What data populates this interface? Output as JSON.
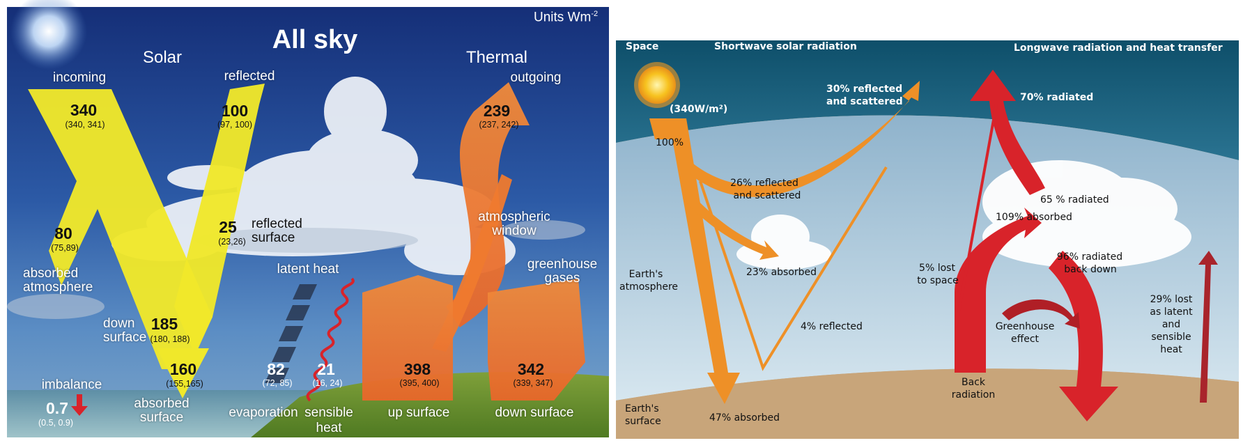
{
  "left": {
    "title": "All sky",
    "units_text": "Units Wm",
    "units_exp": "-2",
    "solar": "Solar",
    "thermal": "Thermal",
    "incoming": {
      "label": "incoming",
      "value": "340",
      "range": "(340, 341)"
    },
    "reflected": {
      "label": "reflected",
      "value": "100",
      "range": "(97, 100)"
    },
    "outgoing": {
      "label": "outgoing",
      "value": "239",
      "range": "(237, 242)"
    },
    "absorbed_atmosphere": {
      "value": "80",
      "range": "(75,89)",
      "label1": "absorbed",
      "label2": "atmosphere"
    },
    "reflected_surface": {
      "value": "25",
      "range": "(23,26)",
      "label1": "reflected",
      "label2": "surface"
    },
    "down_surface_solar": {
      "value": "185",
      "range": "(180, 188)",
      "label1": "down",
      "label2": "surface"
    },
    "absorbed_surface": {
      "value": "160",
      "range": "(155,165)",
      "label1": "absorbed",
      "label2": "surface"
    },
    "evaporation": {
      "value": "82",
      "range": "(72, 85)",
      "label": "evaporation"
    },
    "sensible_heat": {
      "value": "21",
      "range": "(16, 24)",
      "label1": "sensible",
      "label2": "heat"
    },
    "latent_heat": "latent heat",
    "atmospheric_window": {
      "label1": "atmospheric",
      "label2": "window"
    },
    "greenhouse_gases": {
      "label1": "greenhouse",
      "label2": "gases"
    },
    "up_surface": {
      "value": "398",
      "range": "(395, 400)",
      "label": "up surface"
    },
    "down_surface_thermal": {
      "value": "342",
      "range": "(339, 347)",
      "label": "down surface"
    },
    "imbalance": {
      "label": "imbalance",
      "value": "0.7",
      "range": "(0.5, 0.9)"
    }
  },
  "right": {
    "space": "Space",
    "shortwave": "Shortwave solar radiation",
    "longwave": "Longwave radiation and heat transfer",
    "solar_input": "(340W/m²)",
    "pct100": "100%",
    "reflected30_1": "30% reflected",
    "reflected30_2": "and scattered",
    "reflected26_1": "26% reflected",
    "reflected26_2": "and scattered",
    "absorbed23": "23% absorbed",
    "reflected4": "4% reflected",
    "absorbed47": "47% absorbed",
    "earth_atm_1": "Earth's",
    "earth_atm_2": "atmosphere",
    "earth_surf_1": "Earth's",
    "earth_surf_2": "surface",
    "radiated70": "70% radiated",
    "radiated65": "65 % radiated",
    "absorbed109": "109% absorbed",
    "lost5_1": "5% lost",
    "lost5_2": "to space",
    "radiated96_1": "96% radiated",
    "radiated96_2": "back down",
    "greenhouse_1": "Greenhouse",
    "greenhouse_2": "effect",
    "back_1": "Back",
    "back_2": "radiation",
    "lost29_1": "29% lost",
    "lost29_2": "as latent",
    "lost29_3": "and",
    "lost29_4": "sensible",
    "lost29_5": "heat"
  },
  "colors": {
    "sky_dark": "#1b3f86",
    "yellow": "#f0e82a",
    "orange": "#ef7a2e",
    "red": "#d8232a",
    "amber": "#ee9027"
  }
}
